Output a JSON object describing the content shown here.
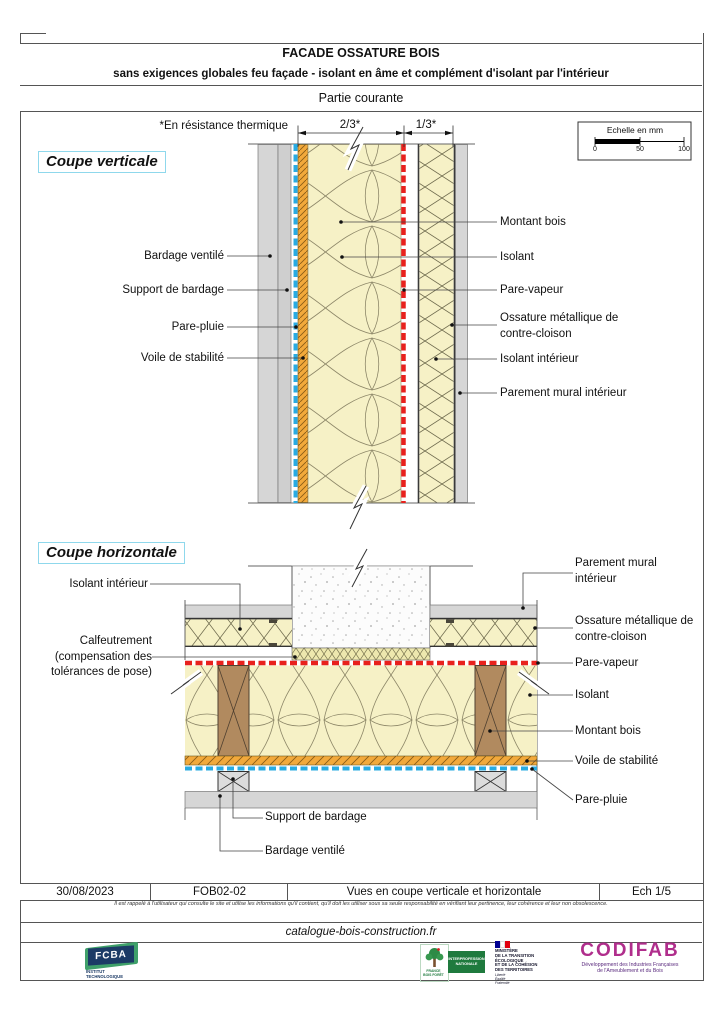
{
  "header": {
    "title": "FACADE OSSATURE BOIS",
    "subtitle": "sans exigences globales feu façade - isolant en âme et complément d'isolant par l'intérieur",
    "variant": "Partie courante"
  },
  "annotations": {
    "thermal_note": "*En résistance thermique",
    "dim_main": "2/3*",
    "dim_interior": "1/3*"
  },
  "scale_box": {
    "label": "Echelle en mm",
    "ticks": [
      "0",
      "50",
      "100"
    ]
  },
  "vertical_section": {
    "title": "Coupe verticale",
    "labels_left": [
      "Bardage ventilé",
      "Support de bardage",
      "Pare-pluie",
      "Voile de stabilité"
    ],
    "labels_right": [
      "Montant bois",
      "Isolant",
      "Pare-vapeur",
      "Ossature métallique de contre-cloison",
      "Isolant intérieur",
      "Parement mural intérieur"
    ]
  },
  "horizontal_section": {
    "title": "Coupe horizontale",
    "labels_left": [
      "Isolant intérieur",
      "Calfeutrement (compensation des tolérances de pose)"
    ],
    "labels_right": [
      "Parement mural intérieur",
      "Ossature métallique de contre-cloison",
      "Pare-vapeur",
      "Isolant",
      "Montant bois",
      "Voile de stabilité",
      "Pare-pluie"
    ],
    "labels_bottom": [
      "Support de bardage",
      "Bardage ventilé"
    ]
  },
  "title_block": {
    "date": "30/08/2023",
    "reference": "FOB02-02",
    "sheet_title": "Vues en coupe verticale et horizontale",
    "scale": "Ech 1/5"
  },
  "disclaimer": "Il est rappelé à l'utilisateur qui consulte le site et utilise les informations qu'il contient, qu'il doit les utiliser sous sa seule responsabilité en vérifiant leur pertinence, leur cohérence et leur non obsolescence.",
  "website": "catalogue-bois-construction.fr",
  "logos": {
    "fcba": {
      "name": "FCBA",
      "tagline": "INSTITUT\nTECHNOLOGIQUE"
    },
    "france_bois_foret": {
      "text": "FRANCE\nBOIS FORÊT"
    },
    "interprofession": {
      "text": "INTERPROFESSION\nNATIONALE"
    },
    "ministere": {
      "text": "MINISTÈRE\nDE LA TRANSITION\nÉCOLOGIQUE\nET DE LA COHÉSION\nDES TERRITOIRES",
      "motto": "Liberté\nÉgalité\nFraternité"
    },
    "codifab": {
      "name": "CODIFAB",
      "tagline": "Développement des Industries Françaises\nde l'Ameublement et du Bois"
    }
  },
  "colors": {
    "pare_pluie_blue": "#29abe2",
    "pare_vapeur_red": "#e8211d",
    "insulation_yellow": "#f6f1c6",
    "osb_orange": "#f2a93b",
    "wood_brown": "#b18a5f",
    "cladding_gray": "#d6d6d6",
    "section_title_border": "#8fd8ec",
    "codifab_magenta": "#b02e8c"
  }
}
